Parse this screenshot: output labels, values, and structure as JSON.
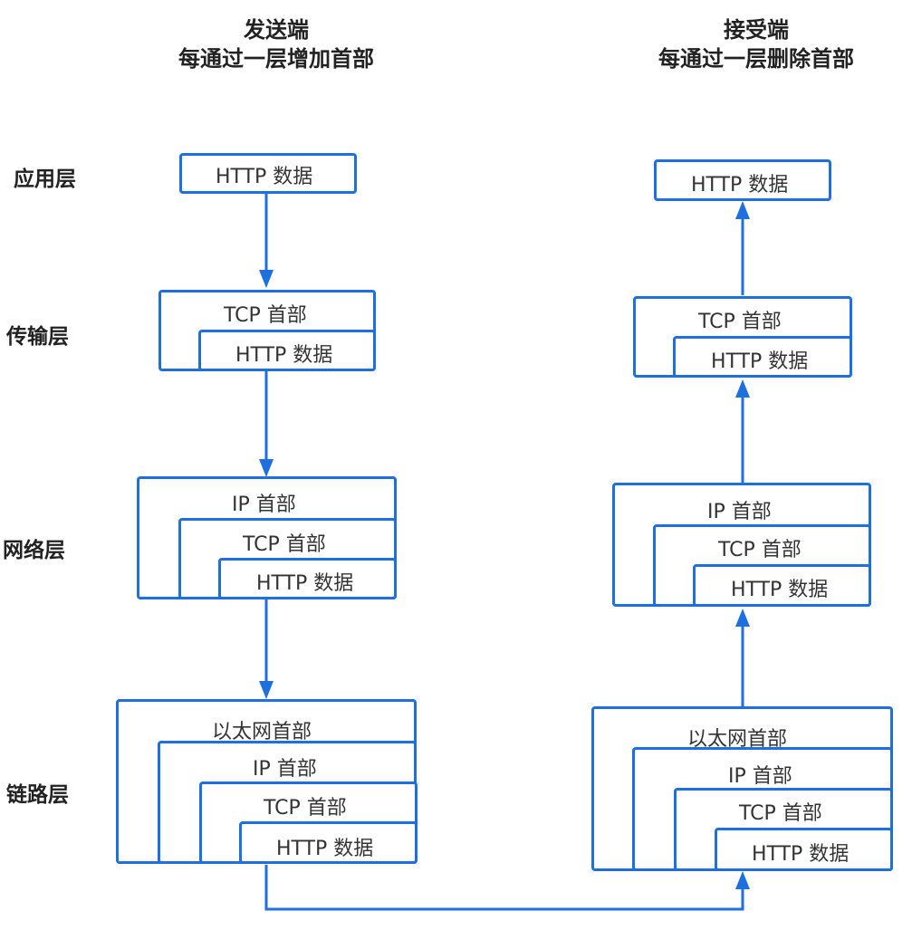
{
  "sender": {
    "title": "发送端",
    "subtitle": "每通过一层增加首部"
  },
  "receiver": {
    "title": "接受端",
    "subtitle": "每通过一层删除首部"
  },
  "layers": {
    "application": "应用层",
    "transport": "传输层",
    "network": "网络层",
    "link": "链路层"
  },
  "headers": {
    "http_data": "HTTP 数据",
    "tcp": "TCP 首部",
    "ip": "IP 首部",
    "ethernet": "以太网首部"
  },
  "colors": {
    "accent": "#1e6fe0"
  }
}
